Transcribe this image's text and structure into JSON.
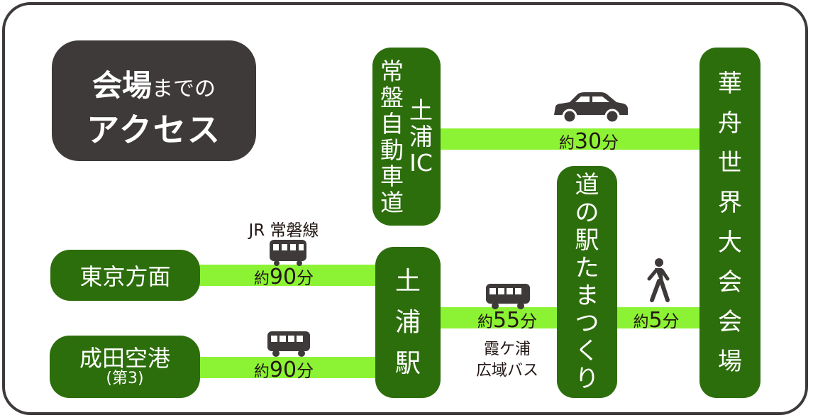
{
  "title": {
    "line1_main": "会場",
    "line1_rest": "までの",
    "line2": "アクセス"
  },
  "nodes": {
    "tokyo": "東京方面",
    "narita_main": "成田空港",
    "narita_sub": "(第3)",
    "tsuchiura_station": [
      "土",
      "浦",
      "駅"
    ],
    "joban_expressway": [
      "常",
      "盤",
      "自",
      "動",
      "車",
      "道"
    ],
    "tsuchiura_ic": [
      "土",
      "浦",
      "IC"
    ],
    "michi_no_eki": [
      "道",
      "の",
      "駅",
      "た",
      "ま",
      "つ",
      "く",
      "り"
    ],
    "venue": [
      "華",
      "舟",
      "世",
      "界",
      "大",
      "会",
      "会",
      "場"
    ]
  },
  "routes": {
    "jr_line": "JR 常磐線",
    "tokyo_time": {
      "prefix": "約",
      "value": "90",
      "unit": "分"
    },
    "narita_time": {
      "prefix": "約",
      "value": "90",
      "unit": "分"
    },
    "bus_time": {
      "prefix": "約",
      "value": "55",
      "unit": "分"
    },
    "bus_name_1": "霞ケ浦",
    "bus_name_2": "広域バス",
    "car_time": {
      "prefix": "約",
      "value": "30",
      "unit": "分"
    },
    "walk_time": {
      "prefix": "約",
      "value": "5",
      "unit": "分"
    }
  },
  "icons": [
    "train-icon",
    "bus-icon",
    "car-icon",
    "walking-person-icon"
  ],
  "colors": {
    "node": "#2d6e0c",
    "bar": "#8cf334",
    "dark": "#3e3a39",
    "text": "#231815"
  }
}
